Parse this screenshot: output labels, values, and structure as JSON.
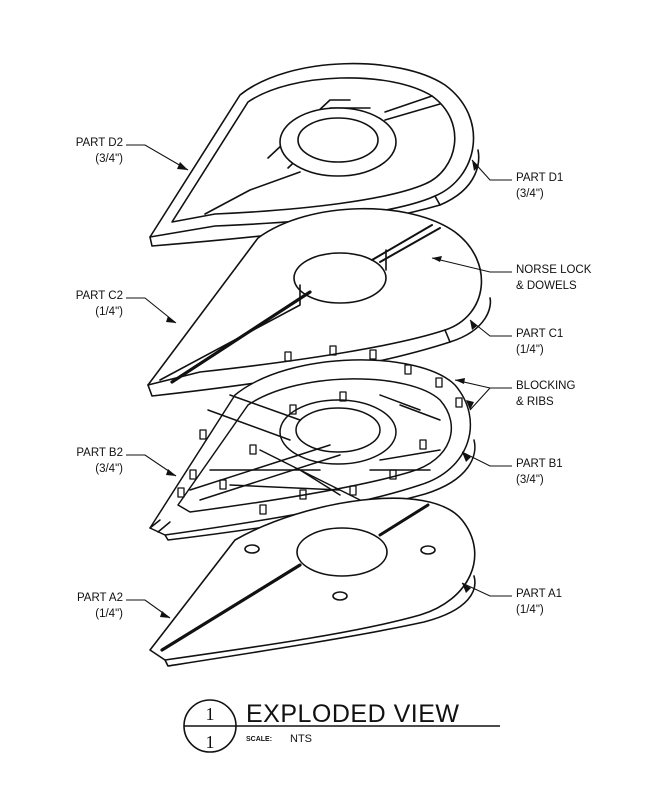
{
  "colors": {
    "ink": "#111111",
    "paper": "#ffffff"
  },
  "callouts": {
    "part_d2": {
      "name": "PART D2",
      "size": "(3/4\")"
    },
    "part_d1": {
      "name": "PART D1",
      "size": "(3/4\")"
    },
    "norse_lock": {
      "line1": "NORSE LOCK",
      "line2": "& DOWELS"
    },
    "part_c2": {
      "name": "PART C2",
      "size": "(1/4\")"
    },
    "part_c1": {
      "name": "PART C1",
      "size": "(1/4\")"
    },
    "blocking": {
      "line1": "BLOCKING",
      "line2": "& RIBS"
    },
    "part_b2": {
      "name": "PART B2",
      "size": "(3/4\")"
    },
    "part_b1": {
      "name": "PART B1",
      "size": "(3/4\")"
    },
    "part_a2": {
      "name": "PART A2",
      "size": "(1/4\")"
    },
    "part_a1": {
      "name": "PART A1",
      "size": "(1/4\")"
    }
  },
  "title_block": {
    "detail_number": "1",
    "sheet_number": "1",
    "title": "EXPLODED VIEW",
    "scale_label": "SCALE:",
    "scale_value": "NTS"
  }
}
